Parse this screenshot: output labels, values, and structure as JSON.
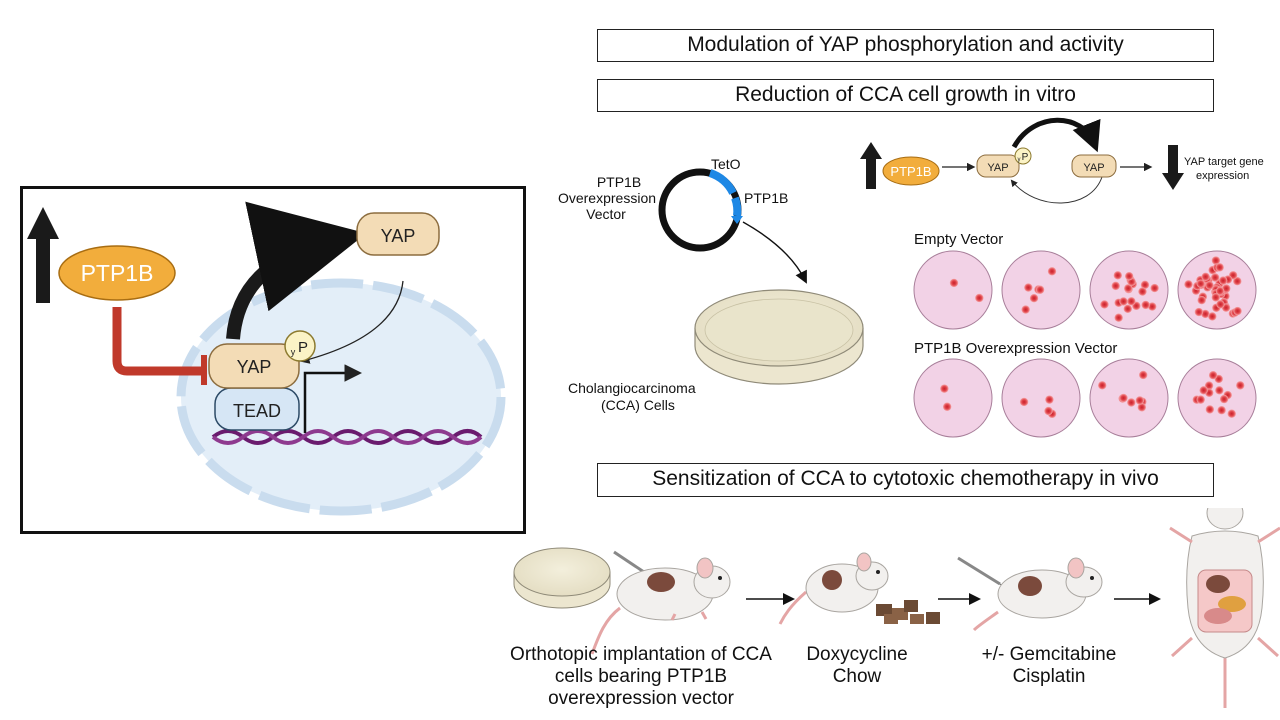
{
  "headers": {
    "modulation": "Modulation of YAP phosphorylation and activity",
    "reduction": "Reduction of CCA cell growth in vitro",
    "sensitization": "Sensitization of CCA to cytotoxic chemotherapy in vivo"
  },
  "mechanism": {
    "ptp1b": "PTP1B",
    "yap_top": "YAP",
    "yap_nuclear": "YAP",
    "tead": "TEAD",
    "phospho_sub": "y",
    "phospho_p": "P"
  },
  "vector": {
    "name_lines": [
      "PTP1B",
      "Overexpression",
      "Vector"
    ],
    "teto": "TetO",
    "ptp1b": "PTP1B",
    "cells_lines": [
      "Cholangiocarcinoma",
      "(CCA) Cells"
    ]
  },
  "pathway": {
    "ptp1b": "PTP1B",
    "yap_p": "YAP",
    "yap": "YAP",
    "phospho_sub": "y",
    "phospho_p": "P",
    "target_lines": [
      "YAP target gene",
      "expression"
    ]
  },
  "growth": {
    "empty_label": "Empty Vector",
    "ptp1b_label": "PTP1B Overexpression Vector"
  },
  "invivo": {
    "step1_lines": [
      "Orthotopic implantation of CCA",
      "cells bearing PTP1B",
      "overexpression vector"
    ],
    "step2_lines": [
      "Doxycycline",
      "Chow"
    ],
    "step3_lines": [
      "+/- Gemcitabine",
      "Cisplatin"
    ]
  },
  "colors": {
    "ptp1b_orange": "#f2ad3c",
    "yap_tan": "#f3dcb6",
    "tead_blue": "#d6e6f5",
    "inhibit_red": "#c0392b",
    "dish_pink": "#f2d2e6",
    "colony_red": "#e2474d",
    "vector_blue": "#1e88e5",
    "nucleus_blue": "#e3eef8"
  }
}
